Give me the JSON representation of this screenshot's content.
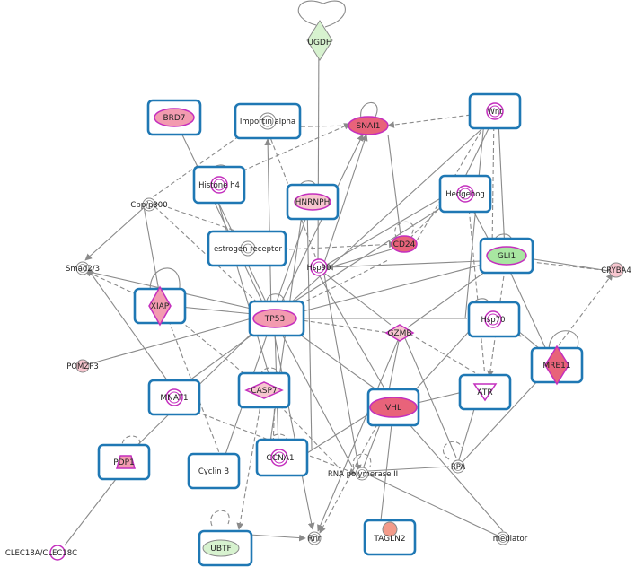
{
  "colors": {
    "highlight_border": "#1f78b4",
    "up_strong": "#e8637a",
    "up_medium": "#f39bb0",
    "up_light": "#f7c6cf",
    "down": "#a8e6a1",
    "down_light": "#d7f2cf",
    "neutral": "#ffffff",
    "ring": "#c42fbe",
    "edge": "#8a8a8a"
  },
  "nodes": {
    "ugdh": {
      "label": "UGDH"
    },
    "brd7": {
      "label": "BRD7"
    },
    "importin_alpha": {
      "label": "Importin alpha"
    },
    "snai1": {
      "label": "SNAI1"
    },
    "wnt": {
      "label": "Wnt"
    },
    "histone_h4": {
      "label": "Histone h4"
    },
    "hnrnph": {
      "label": "HNRNPH"
    },
    "hedgehog": {
      "label": "Hedgehog"
    },
    "cbp_p300": {
      "label": "Cbp/p300"
    },
    "estrogen_receptor": {
      "label": "estrogen receptor"
    },
    "cd24": {
      "label": "CD24"
    },
    "gli1": {
      "label": "GLI1"
    },
    "smad2_3": {
      "label": "Smad2/3"
    },
    "hsp90": {
      "label": "Hsp90"
    },
    "crybа4": {
      "label": "CRYBA4"
    },
    "xiap": {
      "label": "XIAP"
    },
    "tp53": {
      "label": "TP53"
    },
    "hsp70": {
      "label": "Hsp70"
    },
    "gzmb": {
      "label": "GZMB"
    },
    "pomzp3": {
      "label": "POMZP3"
    },
    "mre11": {
      "label": "MRE11"
    },
    "mnat1": {
      "label": "MNAT1"
    },
    "casp7": {
      "label": "CASP7"
    },
    "vhl": {
      "label": "VHL"
    },
    "atr": {
      "label": "ATR"
    },
    "pdp1": {
      "label": "PDP1"
    },
    "ccna1": {
      "label": "CCNA1"
    },
    "cyclin_b": {
      "label": "Cyclin B"
    },
    "rna_pol_ii": {
      "label": "RNA polymerase II"
    },
    "rpa": {
      "label": "RPA"
    },
    "ubtf": {
      "label": "UBTF"
    },
    "rnr": {
      "label": "Rnr"
    },
    "tagln2": {
      "label": "TAGLN2"
    },
    "mediator": {
      "label": "mediator"
    },
    "clec18": {
      "label": "CLEC18A/CLEC18C"
    }
  }
}
